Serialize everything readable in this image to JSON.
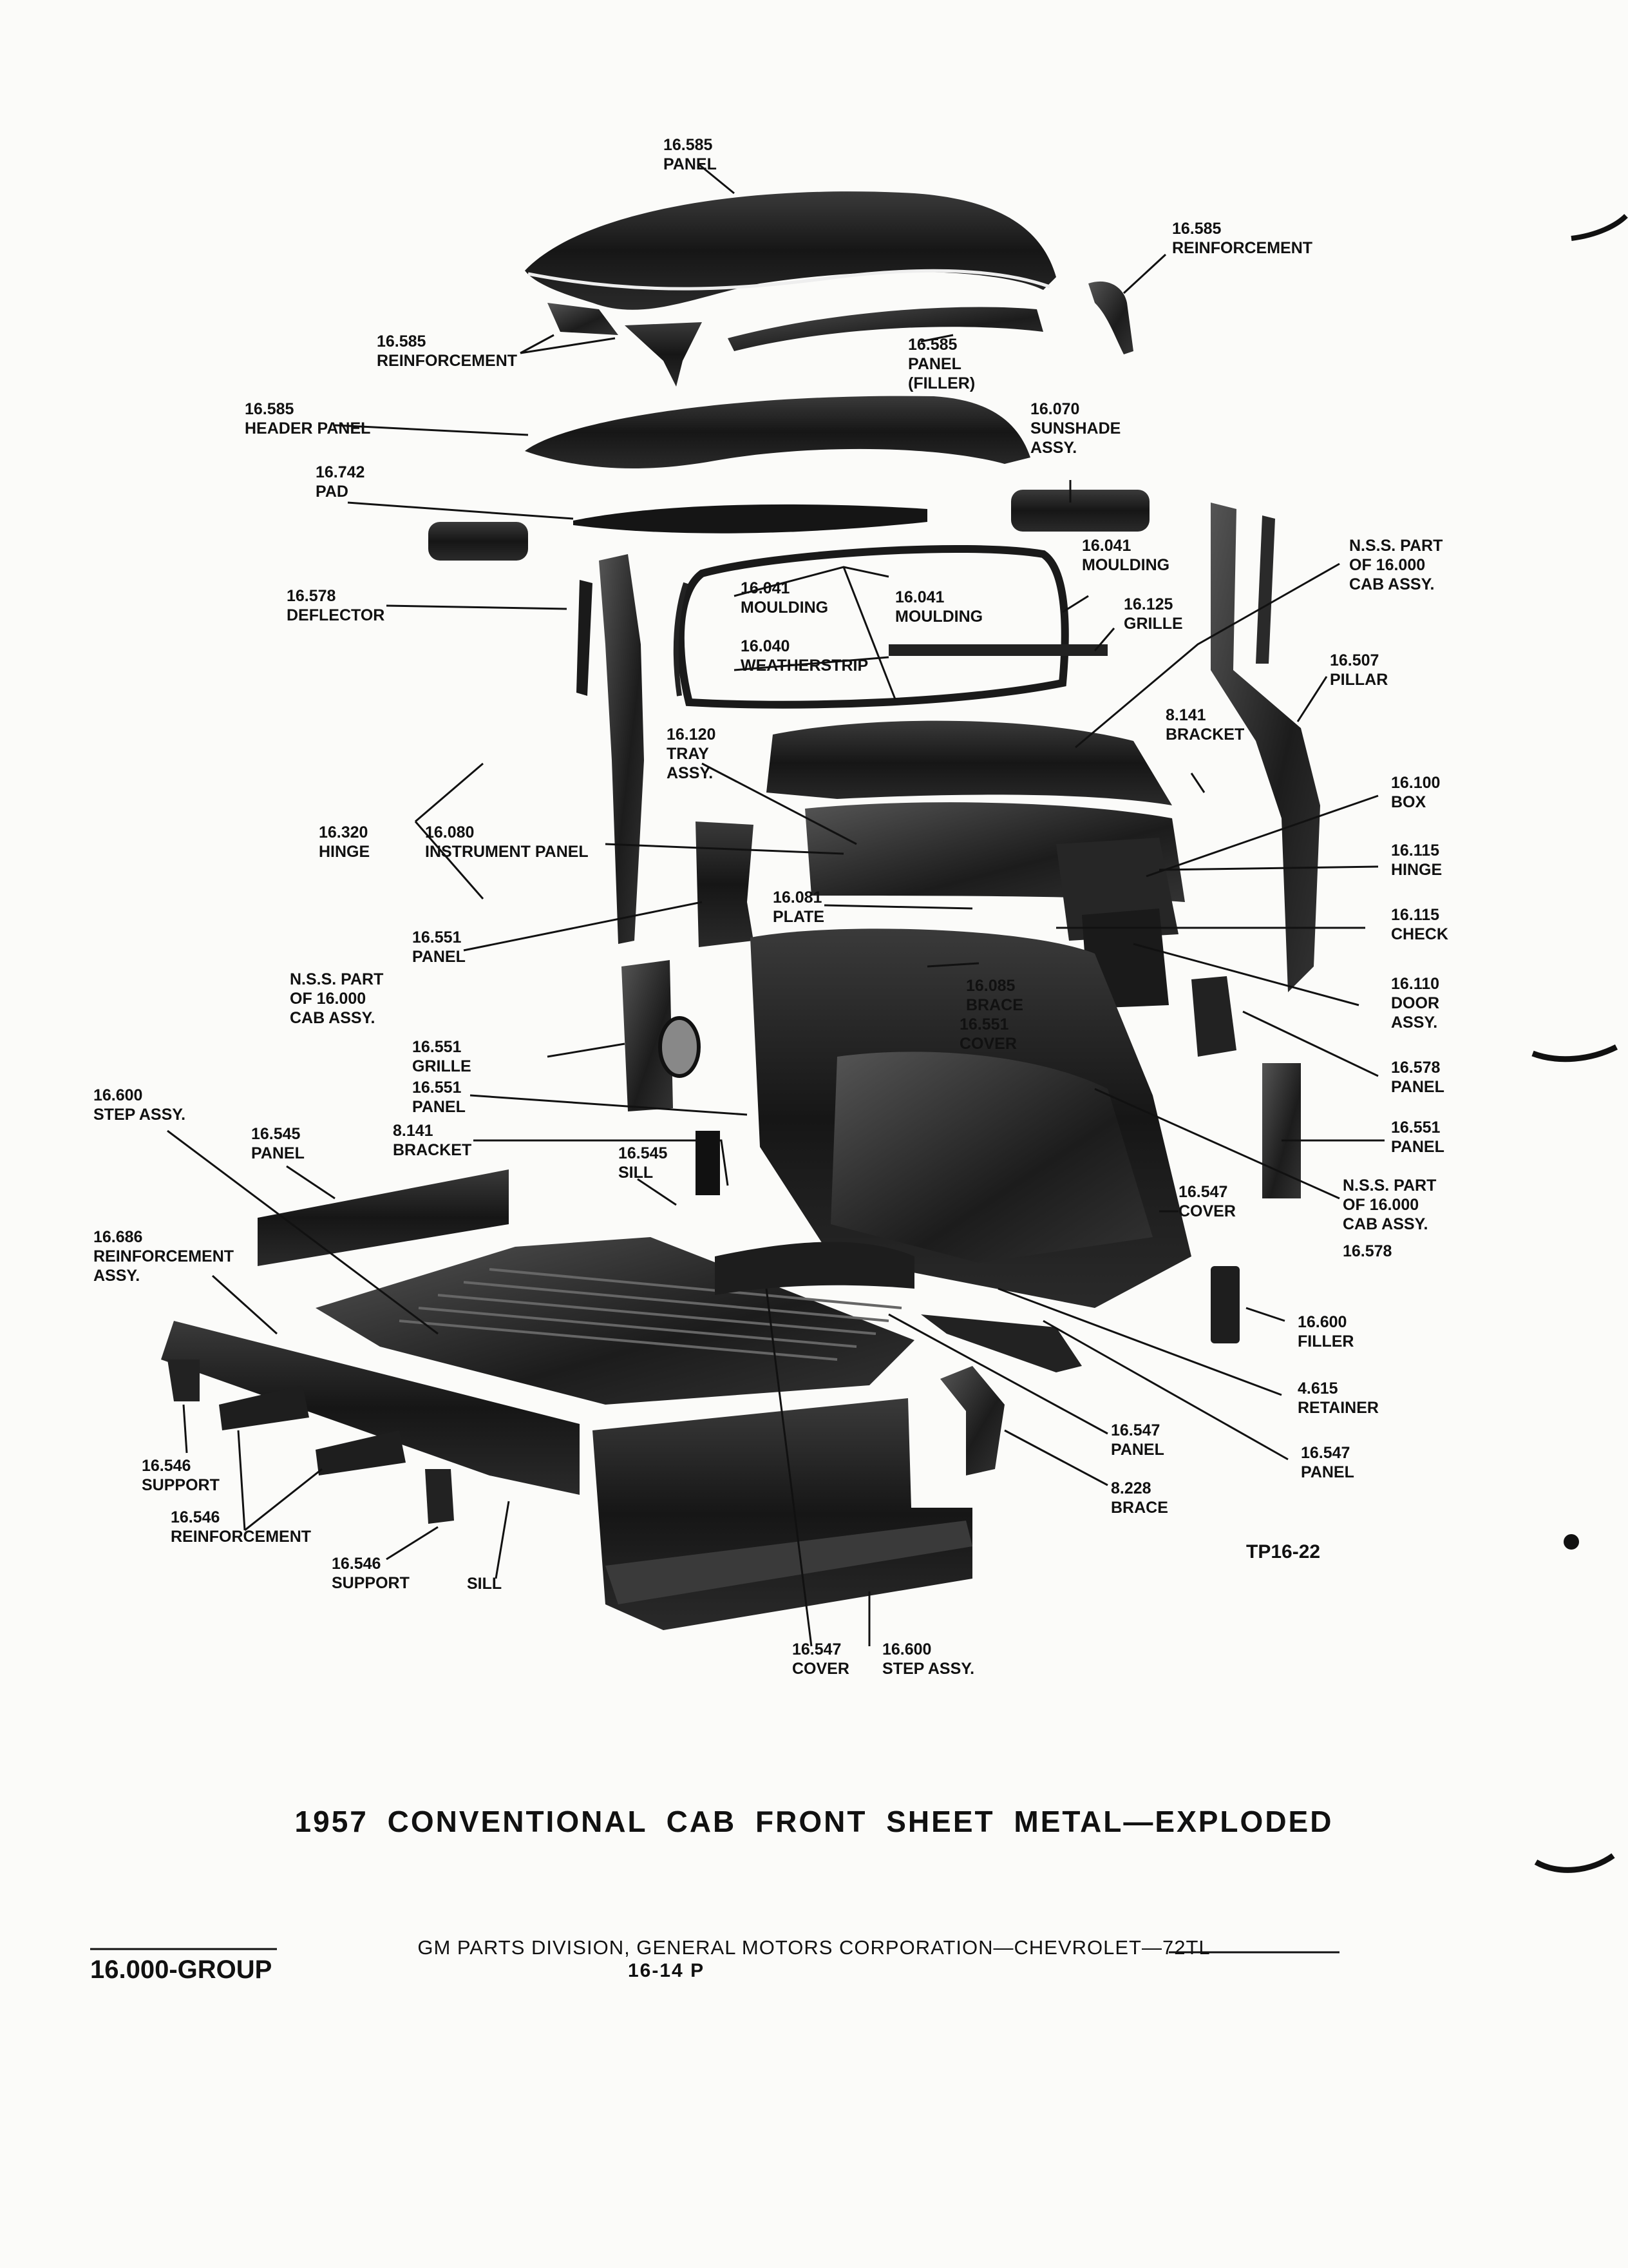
{
  "diagram": {
    "title": "1957 CONVENTIONAL CAB FRONT SHEET METAL—EXPLODED",
    "footer": "GM PARTS DIVISION, GENERAL MOTORS CORPORATION—CHEVROLET—72TL",
    "group": "16.000-GROUP",
    "page": "16-14 P",
    "figure_id": "TP16-22"
  },
  "callouts": {
    "roof_panel": [
      "16.585",
      "PANEL"
    ],
    "roof_reinf_right": [
      "16.585",
      "REINFORCEMENT"
    ],
    "roof_reinf_left": [
      "16.585",
      "REINFORCEMENT"
    ],
    "panel_filler": [
      "16.585",
      "PANEL",
      "(FILLER)"
    ],
    "header_panel": [
      "16.585",
      "HEADER PANEL"
    ],
    "sunshade": [
      "16.070",
      "SUNSHADE",
      "ASSY."
    ],
    "pad": [
      "16.742",
      "PAD"
    ],
    "moulding_right": [
      "16.041",
      "MOULDING"
    ],
    "nss_top": [
      "N.S.S. PART",
      "OF 16.000",
      "CAB ASSY."
    ],
    "deflector": [
      "16.578",
      "DEFLECTOR"
    ],
    "moulding_mid1": [
      "16.041",
      "MOULDING"
    ],
    "moulding_mid2": [
      "16.041",
      "MOULDING"
    ],
    "grille_top": [
      "16.125",
      "GRILLE"
    ],
    "weatherstrip": [
      "16.040",
      "WEATHERSTRIP"
    ],
    "pillar": [
      "16.507",
      "PILLAR"
    ],
    "tray": [
      "16.120",
      "TRAY",
      "ASSY."
    ],
    "bracket_top": [
      "8.141",
      "BRACKET"
    ],
    "box": [
      "16.100",
      "BOX"
    ],
    "hinge_left": [
      "16.320",
      "HINGE"
    ],
    "instrument_panel": [
      "16.080",
      "INSTRUMENT PANEL"
    ],
    "hinge_right": [
      "16.115",
      "HINGE"
    ],
    "plate": [
      "16.081",
      "PLATE"
    ],
    "check": [
      "16.115",
      "CHECK"
    ],
    "panel_551_upper": [
      "16.551",
      "PANEL"
    ],
    "nss_left": [
      "N.S.S. PART",
      "OF 16.000",
      "CAB ASSY."
    ],
    "brace_085": [
      "16.085",
      "BRACE"
    ],
    "cover_551": [
      "16.551",
      "COVER"
    ],
    "door": [
      "16.110",
      "DOOR",
      "ASSY."
    ],
    "grille_551": [
      "16.551",
      "GRILLE"
    ],
    "panel_578": [
      "16.578",
      "PANEL"
    ],
    "step_left": [
      "16.600",
      "STEP ASSY."
    ],
    "panel_551_mid": [
      "16.551",
      "PANEL"
    ],
    "panel_551_right": [
      "16.551",
      "PANEL"
    ],
    "panel_545": [
      "16.545",
      "PANEL"
    ],
    "bracket_low": [
      "8.141",
      "BRACKET"
    ],
    "sill_545": [
      "16.545",
      "SILL"
    ],
    "nss_right": [
      "N.S.S. PART",
      "OF 16.000",
      "CAB ASSY."
    ],
    "cover_547": [
      "16.547",
      "COVER"
    ],
    "num_578": [
      "16.578"
    ],
    "reinf_686": [
      "16.686",
      "REINFORCEMENT",
      "ASSY."
    ],
    "filler_600": [
      "16.600",
      "FILLER"
    ],
    "retainer": [
      "4.615",
      "RETAINER"
    ],
    "panel_547_a": [
      "16.547",
      "PANEL"
    ],
    "panel_547_b": [
      "16.547",
      "PANEL"
    ],
    "brace_228": [
      "8.228",
      "BRACE"
    ],
    "support_left": [
      "16.546",
      "SUPPORT"
    ],
    "reinf_546": [
      "16.546",
      "REINFORCEMENT"
    ],
    "support_mid": [
      "16.546",
      "SUPPORT"
    ],
    "sill_bottom": [
      "SILL"
    ],
    "cover_bottom": [
      "16.547",
      "COVER"
    ],
    "step_bottom": [
      "16.600",
      "STEP ASSY."
    ]
  }
}
